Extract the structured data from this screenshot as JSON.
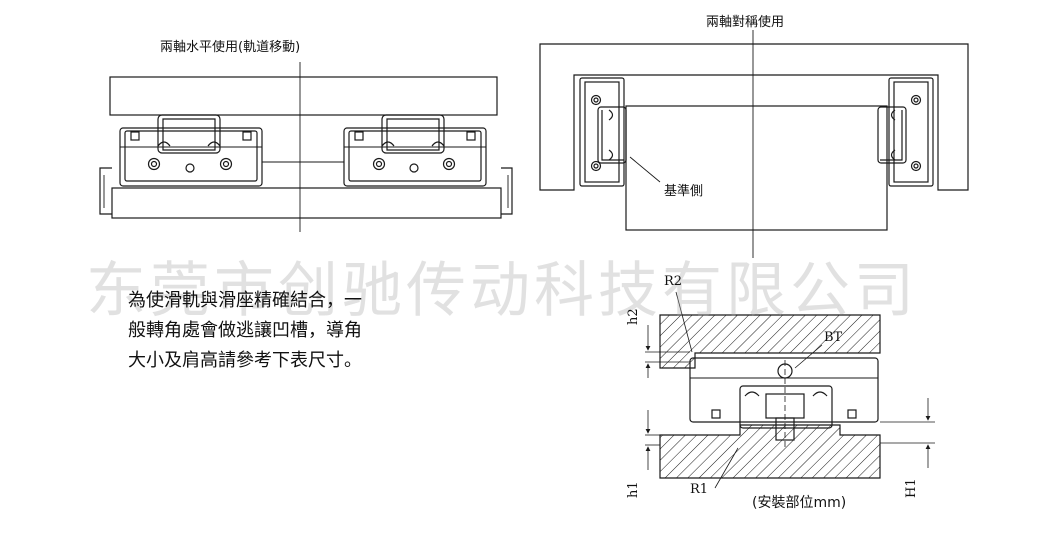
{
  "figures": {
    "horizontal": {
      "title": "兩軸水平使用(軌道移動)"
    },
    "symmetric": {
      "title": "兩軸對稱使用",
      "reference_label": "基準側"
    },
    "mounting": {
      "labels": {
        "r2": "R2",
        "bt": "BT",
        "h2": "h2",
        "h1": "h1",
        "r1": "R1",
        "H1": "H1"
      },
      "caption": "(安裝部位mm)"
    }
  },
  "note": {
    "lines": [
      "為使滑軌與滑座精確結合，一",
      "般轉角處會做逃讓凹槽，導角",
      "大小及肩高請參考下表尺寸。"
    ]
  },
  "watermark": {
    "text": "东莞市创驰传动科技有限公司"
  },
  "colors": {
    "line": "#1a1a1a",
    "watermark": "#bbbbbb"
  }
}
